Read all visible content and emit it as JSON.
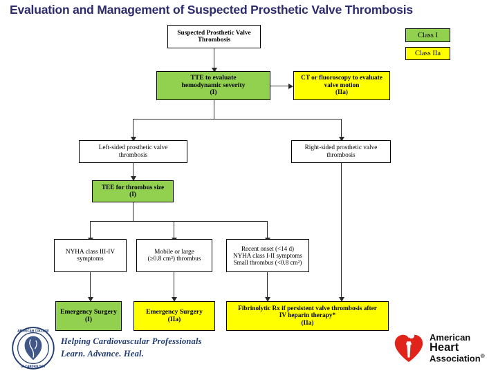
{
  "title": "Evaluation and Management of Suspected Prosthetic Valve Thrombosis",
  "legend": {
    "items": [
      {
        "label": "Class I",
        "color": "#92d050"
      },
      {
        "label": "Class IIa",
        "color": "#ffff00"
      }
    ]
  },
  "colors": {
    "class_i_green": "#92d050",
    "class_iia_yellow": "#ffff00",
    "title_navy": "#2b2b6e",
    "acc_blue": "#1f3a73",
    "aha_red": "#e0241b",
    "connector": "#2a2a2a",
    "box_border": "#000000",
    "box_white": "#ffffff"
  },
  "nodes": {
    "suspected": {
      "line1": "Suspected Prosthetic Valve",
      "line2": "Thrombosis",
      "fill": "white",
      "class_level": ""
    },
    "tte": {
      "line1": "TTE to evaluate",
      "line2": "hemodynamic severity",
      "line3": "(I)",
      "fill": "green",
      "class_level": "I"
    },
    "ct_fluoro": {
      "line1": "CT or fluoroscopy to evaluate",
      "line2": "valve motion",
      "line3": "(IIa)",
      "fill": "yellow",
      "class_level": "IIa"
    },
    "left_sided": {
      "line1": "Left-sided prosthetic valve",
      "line2": "thrombosis",
      "fill": "white",
      "class_level": ""
    },
    "right_sided": {
      "line1": "Right-sided prosthetic valve",
      "line2": "thrombosis",
      "fill": "white",
      "class_level": ""
    },
    "tee": {
      "line1": "TEE for thrombus size",
      "line2": "(I)",
      "fill": "green",
      "class_level": "I"
    },
    "nyha_3_4": {
      "line1": "NYHA class III-IV",
      "line2": "symptoms",
      "fill": "white",
      "class_level": ""
    },
    "mobile_large": {
      "line1": "Mobile or large",
      "line2": "(≥0.8 cm²) thrombus",
      "fill": "white",
      "class_level": ""
    },
    "recent_onset": {
      "line1": "Recent onset (<14 d)",
      "line2": "NYHA class I-II symptoms",
      "line3": "Small thrombus (<0.8 cm²)",
      "fill": "white",
      "class_level": ""
    },
    "emerg_surg_i": {
      "line1": "Emergency Surgery",
      "line2": "(I)",
      "fill": "green",
      "class_level": "I"
    },
    "emerg_surg_iia": {
      "line1": "Emergency Surgery",
      "line2": "(IIa)",
      "fill": "yellow",
      "class_level": "IIa"
    },
    "fibrinolytic": {
      "line1": "Fibrinolytic Rx if persistent valve thrombosis after",
      "line2": "IV heparin therapy*",
      "line3": "(IIa)",
      "fill": "yellow",
      "class_level": "IIa"
    }
  },
  "footer": {
    "acc": {
      "logo_name": "american-college-of-cardiology-seal",
      "seal_text": "AMERICAN COLLEGE of CARDIOLOGY",
      "tagline_line1": "Helping Cardiovascular Professionals",
      "tagline_line2": "Learn. Advance. Heal."
    },
    "aha": {
      "logo_name": "american-heart-association-logo",
      "line1": "American",
      "line2": "Heart",
      "line3": "Association",
      "registered_mark": "®"
    }
  }
}
